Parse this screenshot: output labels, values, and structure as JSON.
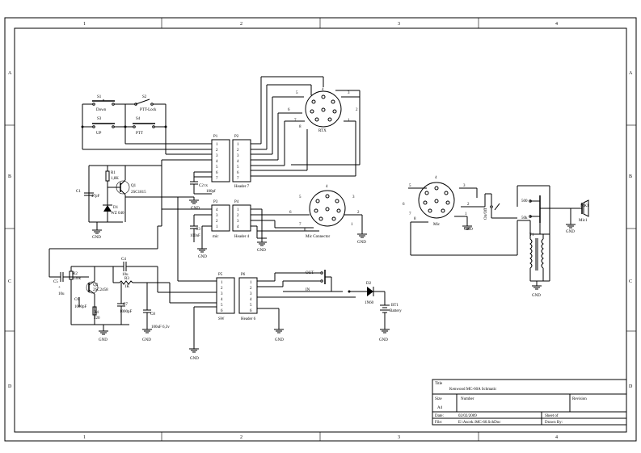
{
  "border": {
    "columns": [
      "1",
      "2",
      "3",
      "4"
    ],
    "rows": [
      "A",
      "B",
      "C",
      "D"
    ]
  },
  "switches": {
    "s1": {
      "ref": "S1",
      "name": "Down"
    },
    "s2": {
      "ref": "S2",
      "name": "PTT-Lock"
    },
    "s3": {
      "ref": "S3",
      "name": "UP"
    },
    "s4": {
      "ref": "S4",
      "name": "PTT"
    }
  },
  "components": {
    "r1": {
      "ref": "R1",
      "value": "1,8K"
    },
    "q1": {
      "ref": "Q1",
      "value": "2SC1815"
    },
    "c1": {
      "ref": "C1",
      "value": "47pF"
    },
    "d1": {
      "ref": "D1",
      "value": "WZ 040"
    },
    "c2": {
      "ref": "C2 tx",
      "value": "100pf"
    },
    "c3": {
      "ref": "C3",
      "value": "100nF"
    },
    "c4": {
      "ref": "C4",
      "value": "10u"
    },
    "c5": {
      "ref": "C5",
      "value": "10u"
    },
    "r2": {
      "ref": "R2",
      "value": "330k"
    },
    "r3": {
      "ref": "R3",
      "value": "1K"
    },
    "q2": {
      "ref": "Q2",
      "value": "2SC2458"
    },
    "c6": {
      "ref": "C6",
      "value": "1000pF"
    },
    "r4": {
      "ref": "R4",
      "value": "220"
    },
    "c7": {
      "ref": "C7",
      "value": "1000pF"
    },
    "c8": {
      "ref": "C8",
      "value": "100uF 6,3v"
    },
    "d2": {
      "ref": "D2",
      "value": "1N60"
    },
    "bt1": {
      "ref": "BT1",
      "value": "Battery"
    },
    "mk1": {
      "ref": "MK1",
      "value": "Mic1"
    },
    "t1": {
      "ref": "T1"
    }
  },
  "headers": {
    "p1": {
      "ref": "P1",
      "pins": [
        "1",
        "2",
        "3",
        "4",
        "5",
        "6",
        "7"
      ]
    },
    "p2": {
      "ref": "P2",
      "pins": [
        "1",
        "2",
        "3",
        "4",
        "5",
        "6",
        "7"
      ],
      "name": "Header 7"
    },
    "p3": {
      "ref": "P3",
      "pins": [
        "4",
        "3",
        "2",
        "1"
      ],
      "name": "mic"
    },
    "p4": {
      "ref": "P4",
      "pins": [
        "1",
        "2",
        "3",
        "4"
      ],
      "name": "Header 4"
    },
    "p5": {
      "ref": "P5",
      "pins": [
        "1",
        "2",
        "3",
        "4",
        "5",
        "6"
      ],
      "name": "SW"
    },
    "p6": {
      "ref": "P6",
      "pins": [
        "1",
        "2",
        "3",
        "4",
        "5",
        "6"
      ],
      "name": "Header 6"
    }
  },
  "connectors": {
    "rtx": {
      "name": "RTX",
      "pins": [
        "1",
        "2",
        "3",
        "4",
        "5",
        "6",
        "7",
        "8"
      ]
    },
    "mic_connector": {
      "name": "Mic Connector",
      "pins": [
        "1",
        "2",
        "3",
        "4",
        "5",
        "6",
        "7",
        "8"
      ]
    },
    "mic": {
      "name": "Mic",
      "pins": [
        "1",
        "2",
        "3",
        "4",
        "5",
        "6",
        "7",
        "8"
      ]
    }
  },
  "labels": {
    "gnd": "GND",
    "out": "OUT",
    "in": "IN",
    "onoff": "On/Off",
    "z500": "500",
    "z50k": "50k"
  },
  "title_block": {
    "title_label": "Title",
    "title": "Kenwood MC-60A Schmatic",
    "size_label": "Size",
    "size": "A4",
    "number_label": "Number",
    "revision_label": "Revision",
    "date_label": "Date:",
    "date": "02/02/2009",
    "file_label": "File:",
    "file": "E:\\Ascek.\\MC-60.SchDoc",
    "sheet_label": "Sheet    of",
    "drawn_label": "Drawn By:"
  }
}
